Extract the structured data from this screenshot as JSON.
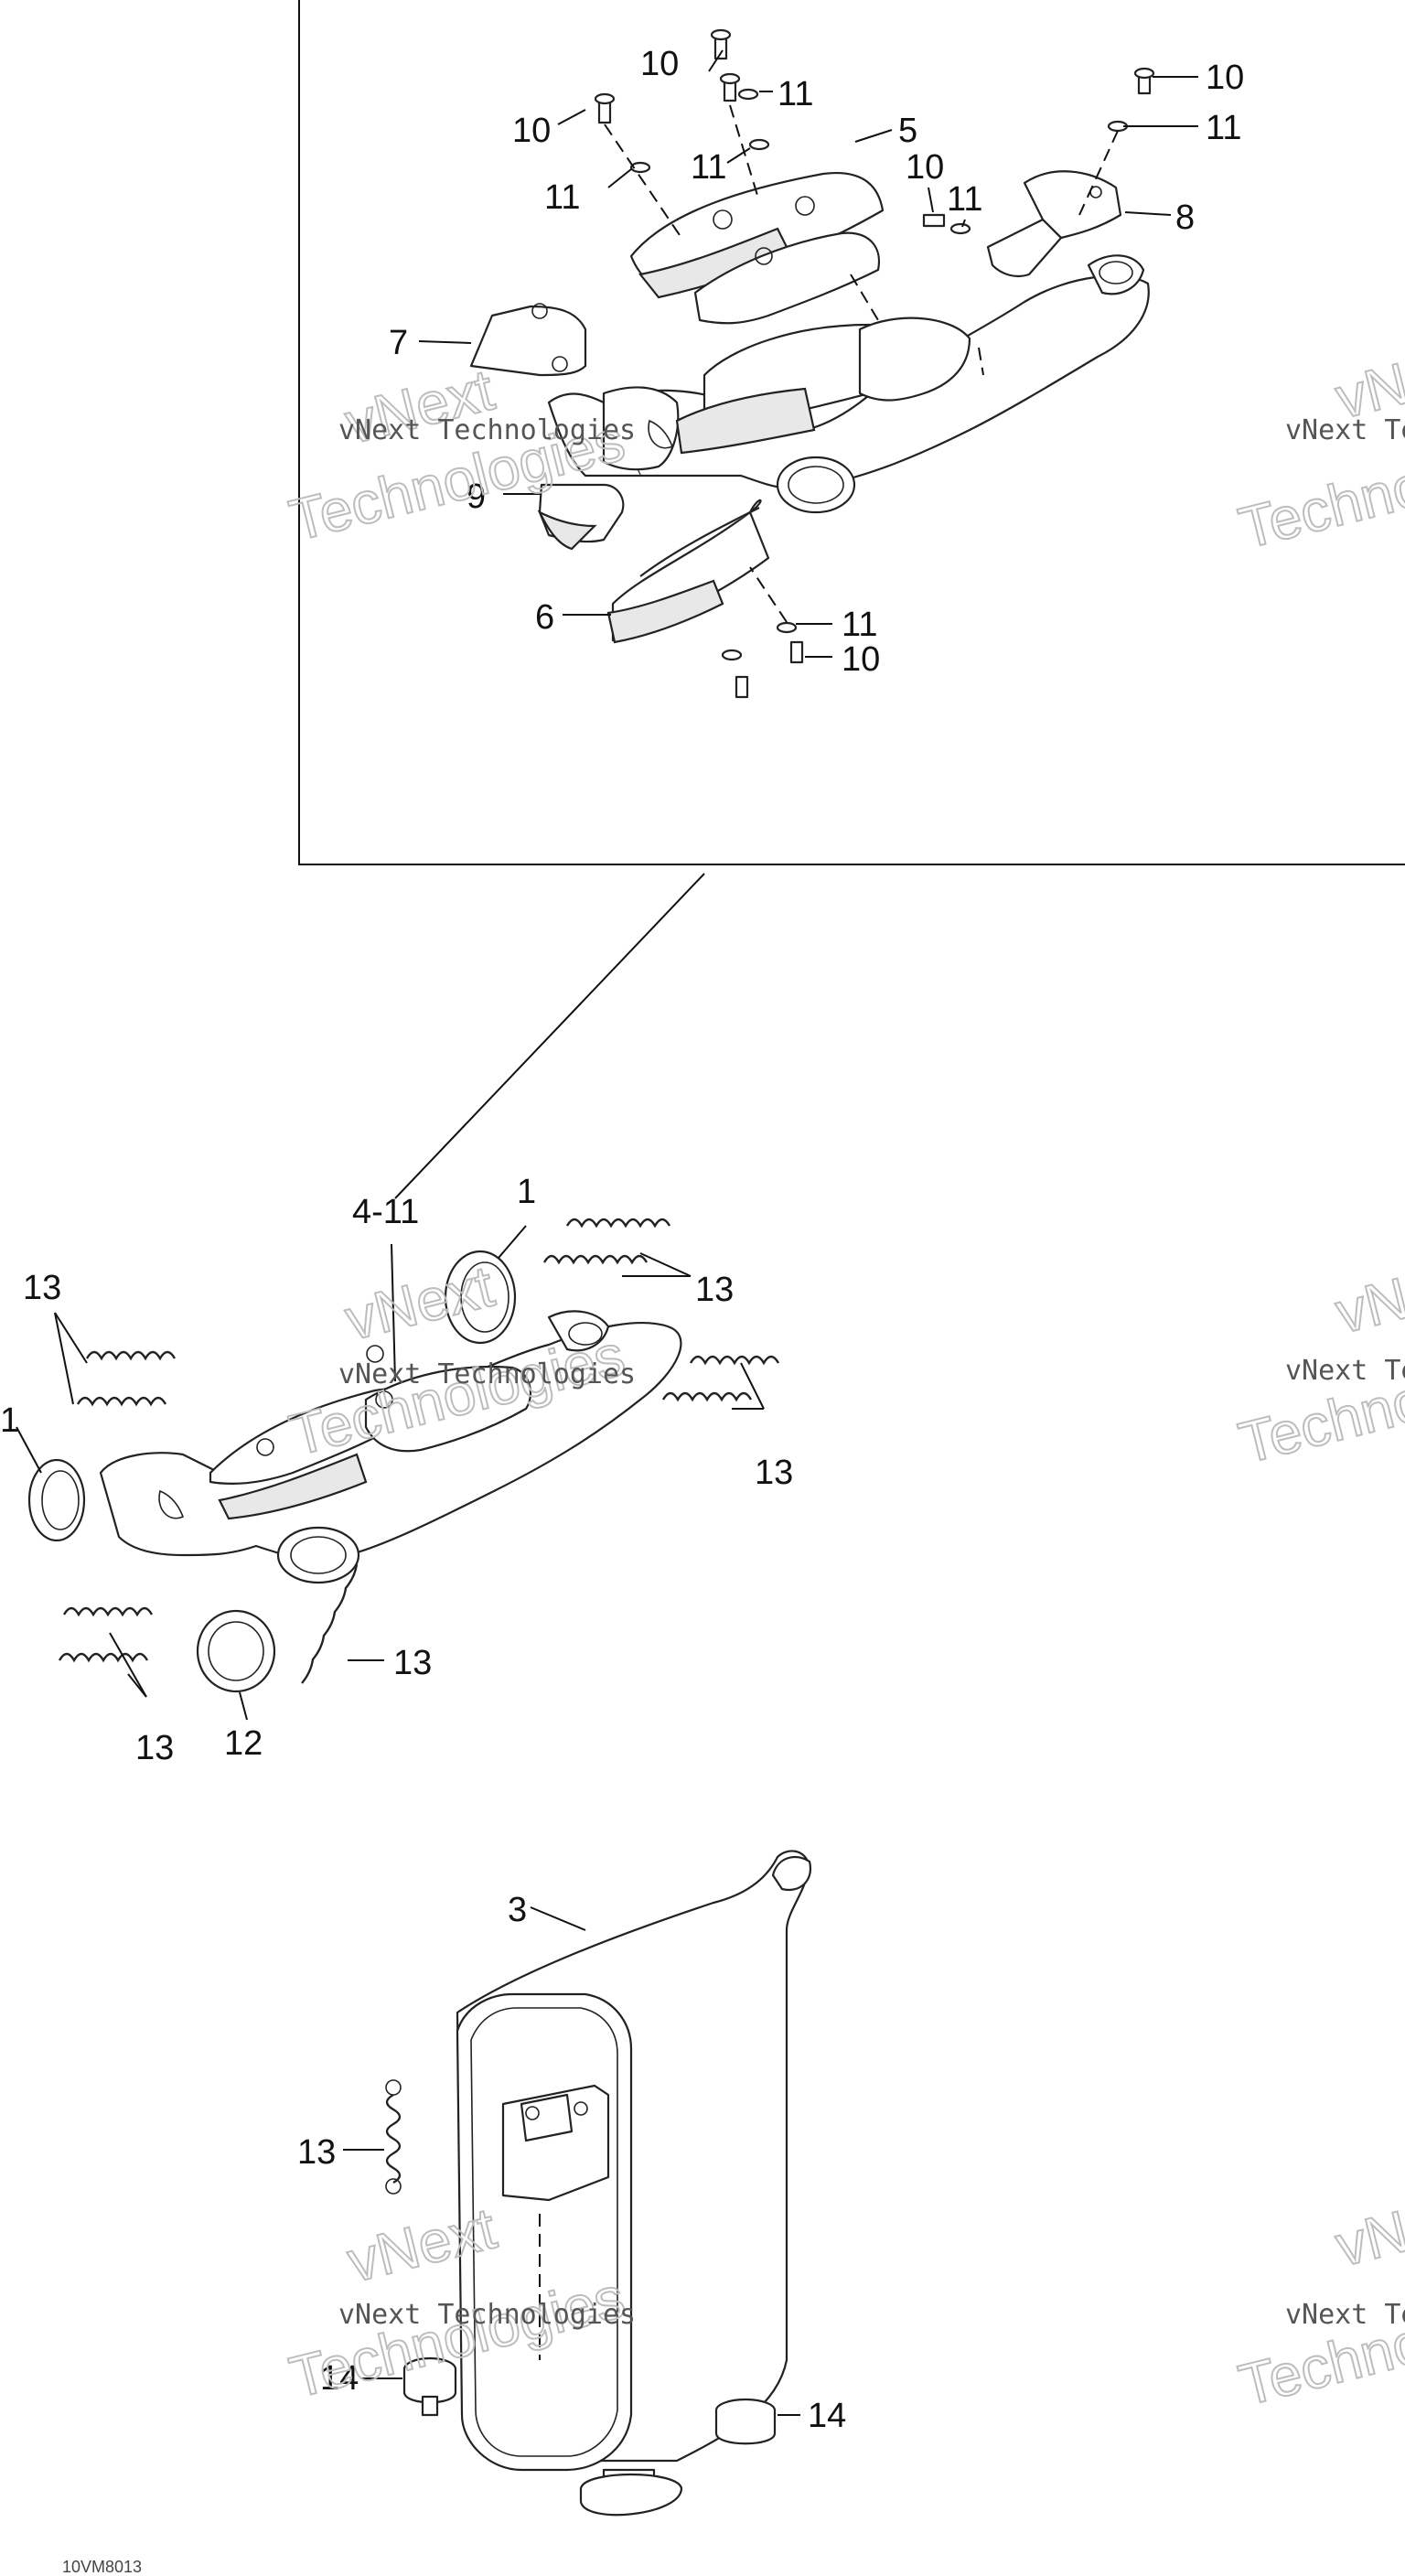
{
  "callouts": {
    "c1a": "1",
    "c1b": "1",
    "c3": "3",
    "c4_11": "4-11",
    "c5": "5",
    "c6": "6",
    "c7": "7",
    "c8": "8",
    "c9": "9",
    "c10": "10",
    "c11": "11",
    "c12": "12",
    "c13": "13",
    "c14": "14"
  },
  "watermark": {
    "text": "vNext Technologies",
    "big1": "vNext",
    "big2": "Technologies"
  },
  "reference_code": "10VM8013"
}
